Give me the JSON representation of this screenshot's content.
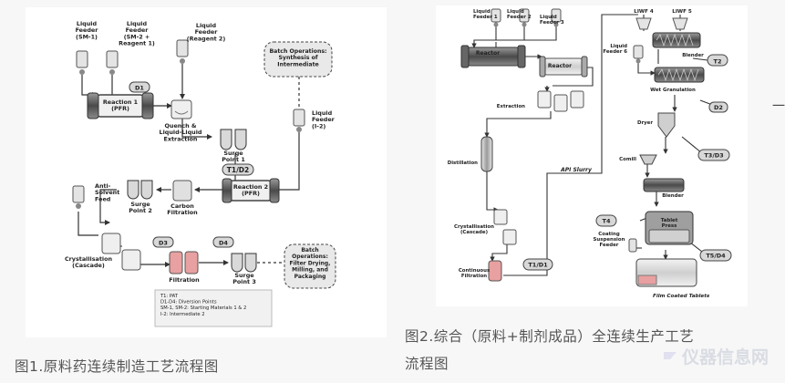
{
  "fig1": {
    "caption": "图1.原料药连续制造工艺流程图",
    "labels": {
      "lf1": [
        "Liquid",
        "Feeder",
        "(SM-1)"
      ],
      "lf2": [
        "Liquid",
        "Feeder",
        "(SM-2 +",
        "Reagent 1)"
      ],
      "lf3": [
        "Liquid",
        "Feeder",
        "(Reagent 2)"
      ],
      "batch_top": [
        "Batch Operations:",
        "Synthesis of",
        "Intermediate"
      ],
      "lf4": [
        "Liquid",
        "Feeder",
        "(I-2)"
      ],
      "d1": "D1",
      "reaction1": [
        "Reaction 1",
        "(PFR)"
      ],
      "quench": [
        "Quench &",
        "Liquid-Liquid",
        "Extraction"
      ],
      "surge1": [
        "Surge",
        "Point 1"
      ],
      "t1d2": "T1/D2",
      "reaction2": [
        "Reaction 2",
        "(PFR)"
      ],
      "antisolvent": [
        "Anti-",
        "Solvent",
        "Feed"
      ],
      "surge2": [
        "Surge",
        "Point 2"
      ],
      "carbon": [
        "Carbon",
        "Filtration"
      ],
      "cryst": [
        "Crystallisation",
        "(Cascade)"
      ],
      "d3": "D3",
      "d4": "D4",
      "filtration": "Filtration",
      "surge3": [
        "Surge",
        "Point 3"
      ],
      "batch_bottom": [
        "Batch",
        "Operations:",
        "Filter Drying,",
        "Milling, and",
        "Packaging"
      ],
      "legend": [
        "T1: PAT",
        "D1-D4: Diversion Points",
        "SM-1, SM-2: Starting Materials 1 & 2",
        "I-2: Intermediate 2"
      ]
    }
  },
  "fig2": {
    "caption_line1": "图2.综合（原料+制剂成品）全连续生产工艺",
    "caption_line2": "流程图",
    "labels": {
      "lf1": [
        "Liquid",
        "Feeder 1"
      ],
      "lf2": [
        "Liquid",
        "Feeder 2"
      ],
      "lf3": [
        "Liquid",
        "Feeder 3"
      ],
      "reactor1": "Reactor",
      "reactor2": "Reactor",
      "extraction": "Extraction",
      "distillation": "Distillation",
      "api_slurry": "API Slurry",
      "crystallisation": [
        "Crystallisation",
        "(Cascade)"
      ],
      "t1d1": "T1/D1",
      "cont_filtration": [
        "Continuous",
        "Filtration"
      ],
      "liwf4": "LIWF 4",
      "liwf5": "LIWF 5",
      "blender1": "Blender",
      "t2": "T2",
      "lf6": [
        "Liquid",
        "Feeder 6"
      ],
      "wet_gran": "Wet Granulation",
      "d2": "D2",
      "dryer": "Dryer",
      "t3d3": "T3/D3",
      "comill": "Comill",
      "blender2": "Blender",
      "t4": "T4",
      "tablet_press": [
        "Tablet",
        "Press"
      ],
      "coating": [
        "Coating",
        "Suspension",
        "Feeder"
      ],
      "t5d4": "T5/D4",
      "film": "Film Coated Tablets"
    }
  },
  "watermark": "仪器信息网",
  "side_mark": "一",
  "colors": {
    "panel": "#ffffff",
    "page": "#f7f7f7",
    "caption": "#555555",
    "line": "#333333",
    "dashed_box": "#e9e9e9",
    "tag_fill": "#d8d8d8",
    "pink": "#e8a0a0",
    "reactor_dark": "#6f6f6f"
  }
}
